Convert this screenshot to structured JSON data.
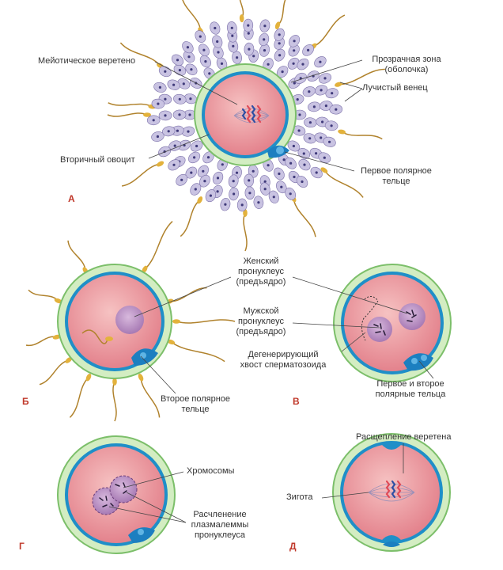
{
  "colors": {
    "corona": "#c9c3e2",
    "corona_edge": "#7a6fa8",
    "nucleus_dot": "#3f3a7a",
    "zona": "#d3edc2",
    "zona_edge": "#7cbf6a",
    "membrane": "#1f8fc8",
    "cytoplasm": "#e98a94",
    "cytoplasm_light": "#f6c2c2",
    "pronucleus": "#b58ac0",
    "sperm_tail": "#b0822c",
    "sperm_head": "#e3b23c",
    "polar_body": "#1c7fc0",
    "panel_letter": "#c0392b",
    "leader": "#444444"
  },
  "panels": {
    "a": {
      "letter": "А",
      "labels": {
        "spindle": "Мейотическое веретено",
        "zona_1": "Прозрачная зона",
        "zona_2": "(оболочка)",
        "corona": "Лучистый венец",
        "oocyte": "Вторичный овоцит",
        "polar_1": "Первое полярное",
        "polar_2": "тельце"
      }
    },
    "b": {
      "letter": "Б",
      "labels": {
        "polar_1": "Второе полярное",
        "polar_2": "тельце"
      }
    },
    "center": {
      "labels": {
        "female_1": "Женский",
        "female_2": "пронуклеус",
        "female_3": "(предъядро)",
        "male_1": "Мужской",
        "male_2": "пронуклеус",
        "male_3": "(предъядро)",
        "tail_1": "Дегенерирующий",
        "tail_2": "хвост сперматозоида"
      }
    },
    "v": {
      "letter": "В",
      "labels": {
        "polar_1": "Первое и второе",
        "polar_2": "полярные тельца"
      }
    },
    "g": {
      "letter": "Г",
      "labels": {
        "chrom": "Хромосомы",
        "memb_1": "Расчленение",
        "memb_2": "плазмалеммы",
        "memb_3": "пронуклеуса"
      }
    },
    "d": {
      "letter": "Д",
      "labels": {
        "split": "Расщепление веретена",
        "zygote": "Зигота"
      }
    }
  }
}
